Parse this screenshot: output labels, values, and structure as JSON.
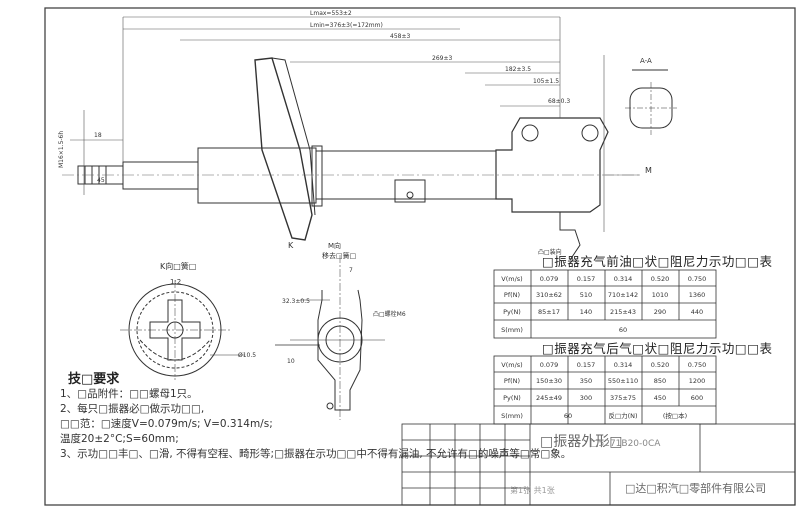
{
  "drawing": {
    "dims": {
      "lmax": "Lmax=553±2",
      "lmin": "Lmin=376±3(=172mm)",
      "d458": "458±3",
      "d269": "269±3",
      "d182": "182±3.5",
      "d105": "105±1.5",
      "d68": "68±0.3",
      "d18": "18",
      "d45": "45",
      "m16": "M16×1.5-6h",
      "d323": "32.3±0.5",
      "d10": "10",
      "hole": "Ø10.5",
      "d7": "7",
      "mark_m": "M",
      "mark_k": "K"
    },
    "views": {
      "section_aa": "A-A",
      "k_label": "K向□簧□",
      "k_scale": "1:2",
      "m_label": "M向",
      "m_sub": "移去□簧□",
      "bolt_note": "凸□螺栓M6",
      "dir_label": "凸□装向"
    }
  },
  "table1": {
    "title": "□振器充气前油□状□阻尼力示功□□表",
    "rows": [
      {
        "h": "V(m/s)",
        "c": [
          "0.079",
          "0.157",
          "0.314",
          "0.520",
          "0.750"
        ]
      },
      {
        "h": "Pf(N)",
        "c": [
          "310±62",
          "510",
          "710±142",
          "1010",
          "1360"
        ]
      },
      {
        "h": "Py(N)",
        "c": [
          "85±17",
          "140",
          "215±43",
          "290",
          "440"
        ]
      },
      {
        "h": "S(mm)",
        "c": [
          "60"
        ]
      }
    ]
  },
  "table2": {
    "title": "□振器充气后气□状□阻尼力示功□□表",
    "rows": [
      {
        "h": "V(m/s)",
        "c": [
          "0.079",
          "0.157",
          "0.314",
          "0.520",
          "0.750"
        ]
      },
      {
        "h": "Pf(N)",
        "c": [
          "150±30",
          "350",
          "550±110",
          "850",
          "1200"
        ]
      },
      {
        "h": "Py(N)",
        "c": [
          "245±49",
          "300",
          "375±75",
          "450",
          "600"
        ]
      },
      {
        "h": "S(mm)",
        "c": [
          "60",
          "",
          "反□力(N)",
          "(按□本)"
        ]
      }
    ]
  },
  "requirements": {
    "heading": "技□要求",
    "lines": [
      "1、□品附件：□□螺母1只。",
      "2、每只□振器必□做示功□□,",
      "   □□范：□速度V=0.079m/s; V=0.314m/s;",
      "   温度20±2°C;S=60mm;",
      "3、示功□□丰□、□滑, 不得有空程、畸形等;□振器在示功□□中不得有漏油, 不允许有□的噪声等□常□象。"
    ]
  },
  "title_block": {
    "name": "□振器外形□",
    "drawing_no": "□5271B20-0CA",
    "company": "□达□积汽□零部件有限公司",
    "sheet": "第1张 共1张"
  }
}
